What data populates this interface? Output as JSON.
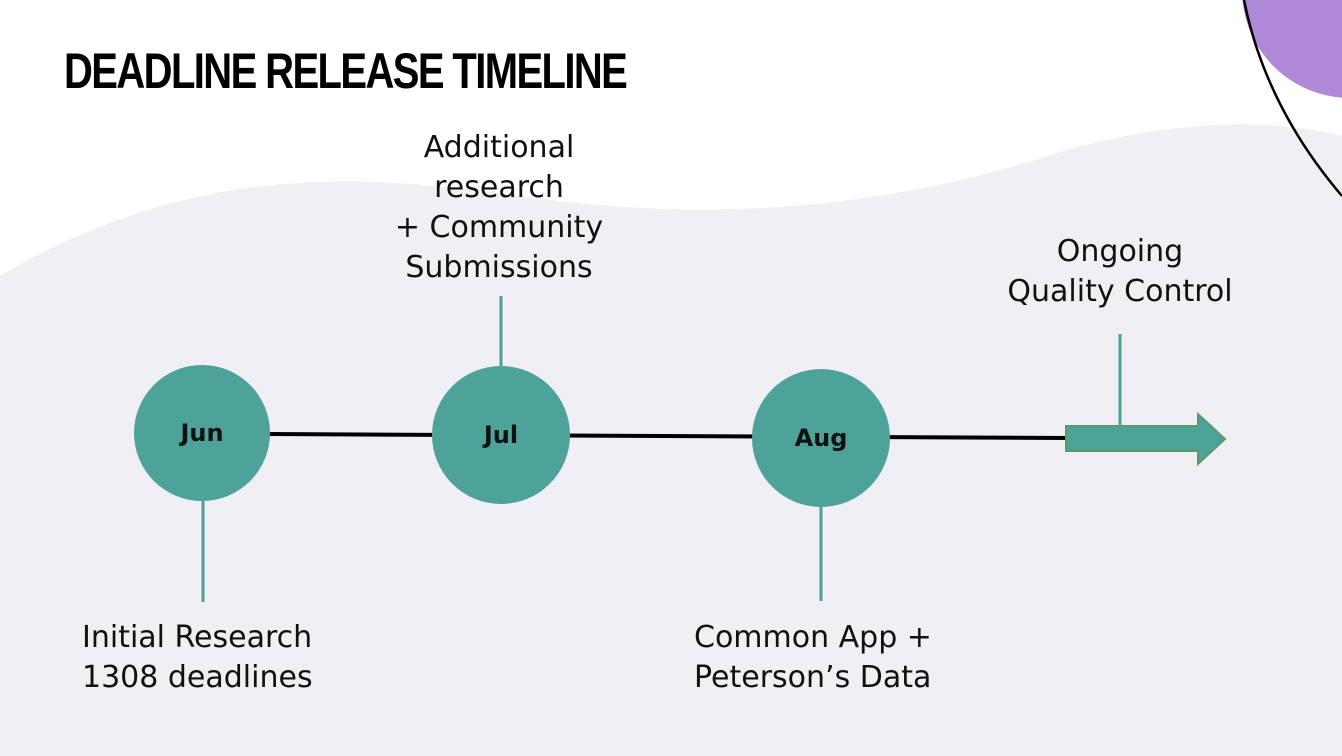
{
  "title": "DEADLINE RELEASE TIMELINE",
  "colors": {
    "node_fill": "#4da39a",
    "connector": "#4da39a",
    "timeline_line": "#000000",
    "background_wave": "#efeff4",
    "accent_circle": "#b088d8"
  },
  "milestones": [
    {
      "month": "Jun",
      "caption_lines": [
        "Initial Research",
        "1308 deadlines"
      ]
    },
    {
      "month": "Jul",
      "caption_lines": [
        "Additional",
        "research",
        "+ Community",
        "Submissions"
      ]
    },
    {
      "month": "Aug",
      "caption_lines": [
        "Common App +",
        "Peterson’s Data"
      ]
    }
  ],
  "ongoing": {
    "caption_lines": [
      "Ongoing",
      "Quality Control"
    ]
  }
}
